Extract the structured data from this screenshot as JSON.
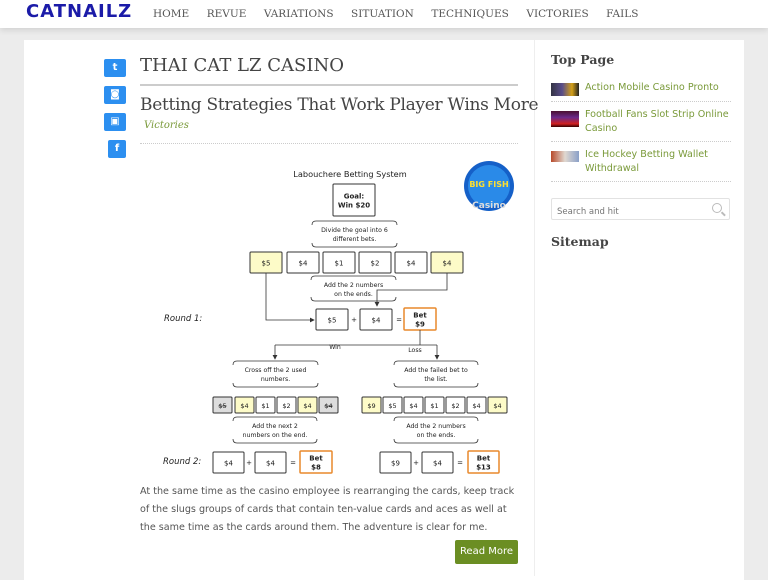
{
  "header": {
    "logo": "CATNAILZ",
    "nav": [
      "HOME",
      "REVUE",
      "VARIATIONS",
      "SITUATION",
      "TECHNIQUES",
      "VICTORIES",
      "FAILS"
    ]
  },
  "social": {
    "twitter": "t",
    "instagram": "◙",
    "youtube": "▣",
    "facebook": "f"
  },
  "site_title": "THAI CAT LZ CASINO",
  "post": {
    "title": "Betting Strategies That Work Player Wins More",
    "category": "Victories",
    "excerpt": "At the same time as the casino employee is rearranging the cards, keep track of the slugs groups of cards that contain ten-value cards and aces as well at the same time as the cards around them. The adventure is clear for me.",
    "read_more": "Read More"
  },
  "diagram": {
    "title": "Labouchere Betting System",
    "logo_text": "BIG FISH Casino",
    "goal_label": "Goal:",
    "goal_value": "Win $20",
    "step_divide": [
      "Divide the goal into 6",
      "different bets."
    ],
    "row1": [
      "$5",
      "$4",
      "$1",
      "$2",
      "$4",
      "$4"
    ],
    "step_add_ends": [
      "Add the 2 numbers",
      "on the ends."
    ],
    "round1": "Round 1:",
    "r1_a": "$5",
    "r1_b": "$4",
    "plus": "+",
    "equals": "=",
    "bet": "Bet",
    "r1_bet": "$9",
    "win": "Win",
    "loss": "Loss",
    "step_cross": [
      "Cross off the 2 used",
      "numbers."
    ],
    "step_failed": [
      "Add the failed bet to",
      "the list."
    ],
    "win_row": [
      "$5",
      "$4",
      "$1",
      "$2",
      "$4",
      "$4"
    ],
    "loss_row": [
      "$9",
      "$5",
      "$4",
      "$1",
      "$2",
      "$4",
      "$4"
    ],
    "step_next": [
      "Add the next 2",
      "numbers on the end."
    ],
    "step_add_ends2": [
      "Add the 2 numbers",
      "on the ends."
    ],
    "round2": "Round 2:",
    "r2w_a": "$4",
    "r2w_b": "$4",
    "r2w_bet": "$8",
    "r2l_a": "$9",
    "r2l_b": "$4",
    "r2l_bet": "$13"
  },
  "sidebar": {
    "top_page": "Top Page",
    "items": [
      "Action Mobile Casino Pronto",
      "Football Fans Slot Strip Online Casino",
      "Ice Hockey Betting Wallet Withdrawal"
    ],
    "search_placeholder": "Search and hit",
    "sitemap": "Sitemap"
  }
}
